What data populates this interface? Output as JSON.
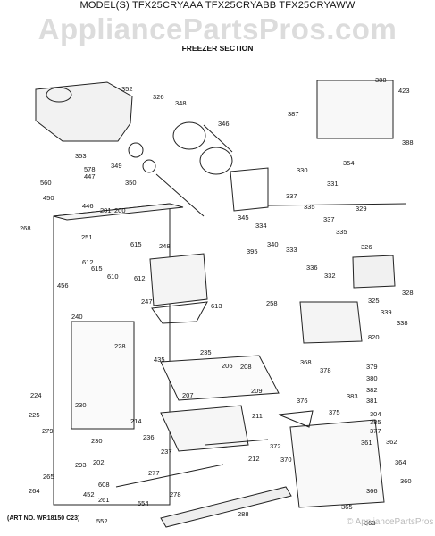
{
  "header": {
    "models": "MODEL(S) TFX25CRYAAA  TFX25CRYABB  TFX25CRYAWW",
    "watermark": "AppliancePartsPros.com",
    "section": "FREEZER SECTION"
  },
  "footer": {
    "art_number": "(ART NO. WR18150 C23)",
    "watermark": "© AppliancePartsPros"
  },
  "part_labels": [
    "352",
    "326",
    "348",
    "346",
    "578",
    "447",
    "353",
    "349",
    "560",
    "350",
    "450",
    "446",
    "201",
    "200",
    "268",
    "251",
    "615",
    "248",
    "612",
    "615",
    "610",
    "456",
    "612",
    "247",
    "613",
    "240",
    "228",
    "435",
    "235",
    "206",
    "208",
    "224",
    "207",
    "209",
    "225",
    "279",
    "211",
    "230",
    "214",
    "236",
    "237",
    "212",
    "230",
    "293",
    "202",
    "608",
    "265",
    "264",
    "452",
    "261",
    "552",
    "277",
    "554",
    "278",
    "288",
    "423",
    "388",
    "387",
    "388",
    "354",
    "330",
    "331",
    "345",
    "334",
    "337",
    "335",
    "329",
    "340",
    "333",
    "337",
    "335",
    "326",
    "336",
    "332",
    "325",
    "395",
    "258",
    "328",
    "339",
    "338",
    "820",
    "368",
    "378",
    "379",
    "380",
    "382",
    "381",
    "376",
    "383",
    "375",
    "304",
    "385",
    "377",
    "372",
    "370",
    "361",
    "362",
    "364",
    "360",
    "366",
    "365",
    "363"
  ]
}
